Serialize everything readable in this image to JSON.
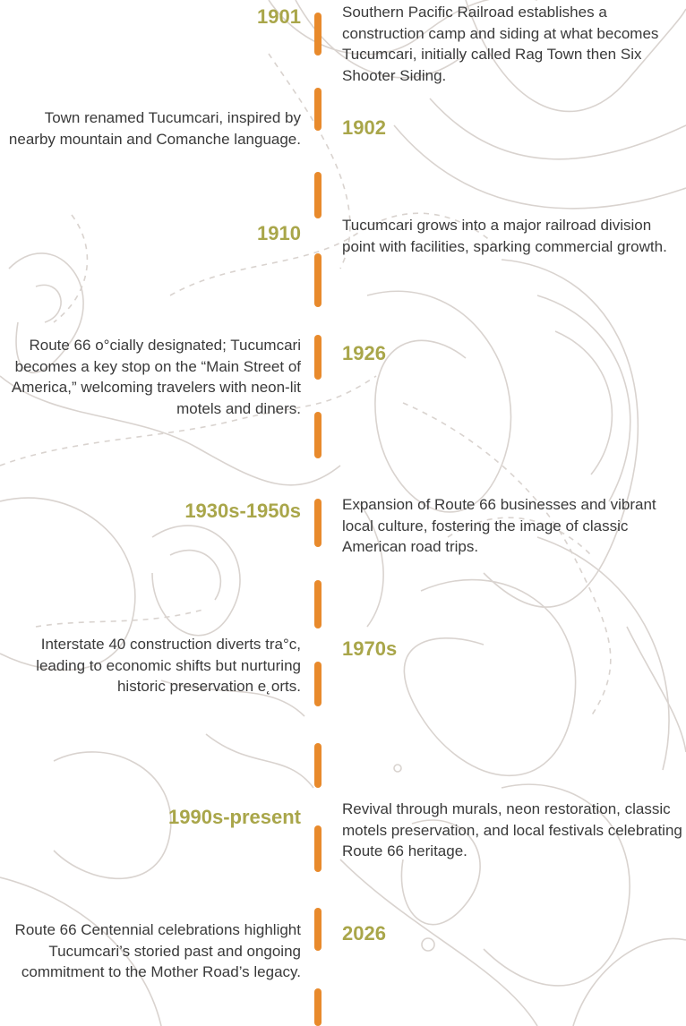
{
  "colors": {
    "accent_orange": "#e88a2c",
    "year_olive": "#a9a64a",
    "body_text": "#3a3a3a",
    "contour_lines": "#d9d3cf"
  },
  "timeline": [
    {
      "year": "1901",
      "description": "Southern Pacific Railroad establishes a construction camp and siding at what becomes Tucumcari, initially called Rag Town then Six Shooter Siding."
    },
    {
      "year": "1902",
      "description": "Town renamed Tucumcari, inspired by nearby mountain and Comanche language."
    },
    {
      "year": "1910",
      "description": "Tucumcari grows into a major railroad division point with facilities, sparking commercial growth."
    },
    {
      "year": "1926",
      "description": "Route 66 o°cially designated; Tucumcari becomes a key stop on the “Main Street of America,” welcoming travelers with neon-lit motels and diners."
    },
    {
      "year": "1930s-1950s",
      "description": "Expansion of Route 66 businesses and vibrant local culture, fostering the image of classic American road trips."
    },
    {
      "year": "1970s",
      "description": "Interstate 40 construction diverts tra°c, leading to economic shifts but nurturing historic preservation e˛orts."
    },
    {
      "year": "1990s-present",
      "description": "Revival through murals, neon restoration, classic motels preservation, and local festivals celebrating Route 66 heritage."
    },
    {
      "year": "2026",
      "description": "Route 66 Centennial celebrations highlight Tucumcari’s storied past and ongoing commitment to the Mother Road’s legacy."
    }
  ]
}
